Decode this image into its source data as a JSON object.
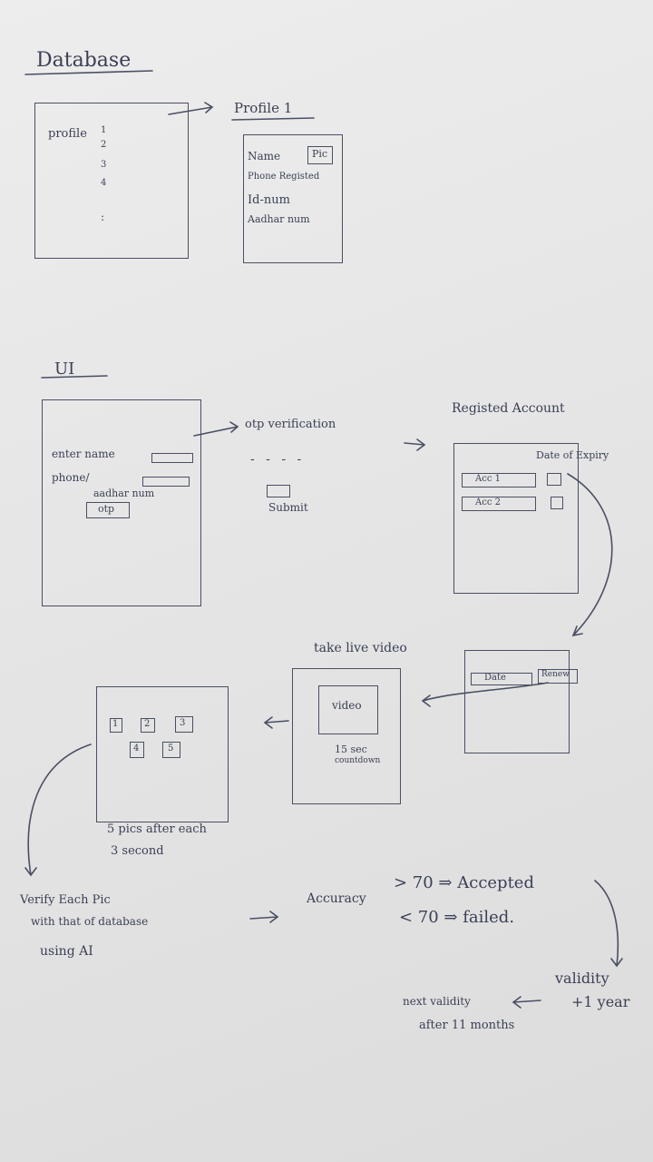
{
  "database": {
    "heading": "Database",
    "list_label": "profile",
    "list_numbers": [
      "1",
      "2",
      "3",
      "4"
    ],
    "list_ellipsis": ":",
    "profile": {
      "title": "Profile 1",
      "name_label": "Name",
      "pic_label": "Pic",
      "phone_label": "Phone Registed",
      "id_label": "Id-num",
      "aadhar_label": "Aadhar num"
    }
  },
  "ui": {
    "heading": "UI",
    "form": {
      "name_label": "enter name",
      "phone_label": "phone/",
      "aadhar_label": "aadhar num",
      "otp_button": "otp"
    },
    "otp": {
      "title": "otp verification",
      "dashes": "- - - -",
      "submit_label": "Submit"
    },
    "registered": {
      "title": "Registed Account",
      "expiry_label": "Date of Expiry",
      "accounts": [
        "Acc 1",
        "Acc 2"
      ]
    },
    "renew": {
      "date_label": "Date",
      "renew_button": "Renew"
    },
    "video": {
      "title": "take live video",
      "video_label": "video",
      "countdown_line1": "15 sec",
      "countdown_line2": "countdown"
    },
    "pics": {
      "numbers": [
        "1",
        "2",
        "3",
        "4",
        "5"
      ],
      "caption_line1": "5 pics after each",
      "caption_line2": "3 second"
    }
  },
  "verification": {
    "line1": "Verify Each Pic",
    "line2": "with that of database",
    "line3": "using AI",
    "accuracy_label": "Accuracy",
    "accepted": "> 70 ⇒ Accepted",
    "failed": "< 70 ⇒ failed.",
    "validity_line1": "validity",
    "validity_line2": "+1 year",
    "next_line1": "next validity",
    "next_line2": "after 11 months"
  },
  "colors": {
    "ink": "#3a3f55",
    "paper": "#e8e8e8"
  }
}
